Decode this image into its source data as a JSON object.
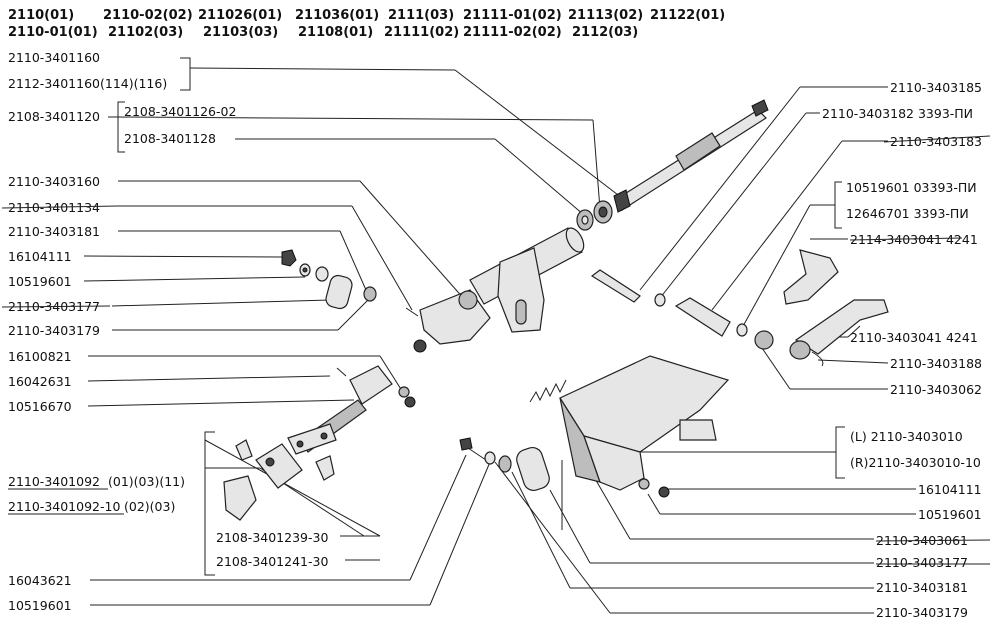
{
  "models": {
    "row1": [
      "2110(01)",
      "2110-02(02)",
      "211026(01)",
      "211036(01)",
      "2111(03)",
      "21111-01(02)",
      "21113(02)",
      "21122(01)"
    ],
    "row2": [
      "2110-01(01)",
      "21102(03)",
      "21103(03)",
      "21108(01)",
      "21111(02)",
      "21111-02(02)",
      "2112(03)"
    ]
  },
  "left_labels": {
    "l1": "2110-3401160",
    "l2": "2112-3401160(114)(116)",
    "l3": "2108-3401120",
    "l4": "2108-3401126-02",
    "l5": "2108-3401128",
    "l6": "2110-3403160",
    "l7": "2110-3401134",
    "l8": "2110-3403181",
    "l9": "16104111",
    "l10": "10519601",
    "l11": "2110-3403177",
    "l12": "2110-3403179",
    "l13": "16100821",
    "l14": "16042631",
    "l15": "10516670",
    "l16": "2110-3401092",
    "l16b": "(01)(03)(11)",
    "l17": "2110-3401092-10",
    "l17b": "(02)(03)",
    "l18": "2108-3401239-30",
    "l19": "2108-3401241-30",
    "l20": "16043621",
    "l21": "10519601"
  },
  "right_labels": {
    "r1": "2110-3403185",
    "r2": "2110-3403182 3393-ПИ",
    "r3": "2110-3403183",
    "r4": "10519601 03393-ПИ",
    "r5": "12646701   3393-ПИ",
    "r6": "2114-3403041 4241",
    "r7": "2110-3403041 4241",
    "r8": "2110-3403188",
    "r9": "2110-3403062",
    "r10": "(L)   2110-3403010",
    "r11": "(R)2110-3403010-10",
    "r12": "16104111",
    "r13": "10519601",
    "r14": "2110-3403061",
    "r15": "2110-3403177",
    "r16": "2110-3403181",
    "r17": "2110-3403179"
  }
}
